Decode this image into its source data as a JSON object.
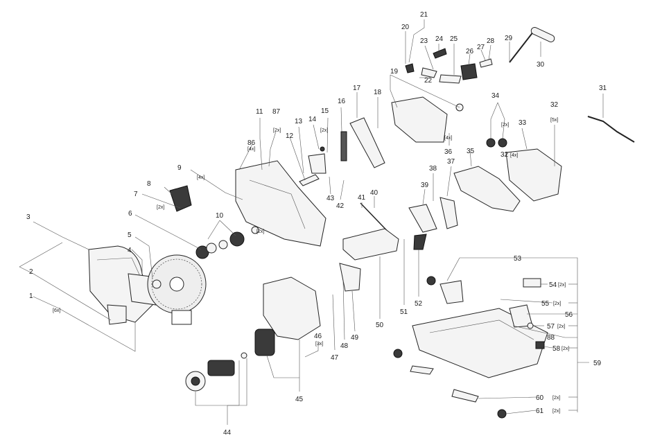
{
  "diagram": {
    "labels": [
      {
        "id": "1",
        "qty": "[6x]"
      },
      {
        "id": "2",
        "qty": ""
      },
      {
        "id": "3",
        "qty": ""
      },
      {
        "id": "4",
        "qty": ""
      },
      {
        "id": "5",
        "qty": ""
      },
      {
        "id": "6",
        "qty": ""
      },
      {
        "id": "7",
        "qty": "[2x]"
      },
      {
        "id": "8",
        "qty": ""
      },
      {
        "id": "9",
        "qty": "[4x]"
      },
      {
        "id": "10",
        "qty": "[2x]"
      },
      {
        "id": "11",
        "qty": ""
      },
      {
        "id": "12",
        "qty": ""
      },
      {
        "id": "13",
        "qty": ""
      },
      {
        "id": "14",
        "qty": ""
      },
      {
        "id": "15",
        "qty": "[2x]"
      },
      {
        "id": "16",
        "qty": ""
      },
      {
        "id": "17",
        "qty": ""
      },
      {
        "id": "18",
        "qty": ""
      },
      {
        "id": "19",
        "qty": ""
      },
      {
        "id": "20",
        "qty": ""
      },
      {
        "id": "21",
        "qty": ""
      },
      {
        "id": "22",
        "qty": ""
      },
      {
        "id": "23",
        "qty": ""
      },
      {
        "id": "24",
        "qty": ""
      },
      {
        "id": "25",
        "qty": ""
      },
      {
        "id": "26",
        "qty": ""
      },
      {
        "id": "27",
        "qty": ""
      },
      {
        "id": "28",
        "qty": ""
      },
      {
        "id": "29",
        "qty": ""
      },
      {
        "id": "30",
        "qty": ""
      },
      {
        "id": "31",
        "qty": ""
      },
      {
        "id": "32",
        "qty": "[5x]"
      },
      {
        "id": "32",
        "qty": "[4x]"
      },
      {
        "id": "33",
        "qty": ""
      },
      {
        "id": "34",
        "qty": "[2x]"
      },
      {
        "id": "35",
        "qty": ""
      },
      {
        "id": "36",
        "qty": "[4x]"
      },
      {
        "id": "37",
        "qty": ""
      },
      {
        "id": "38",
        "qty": ""
      },
      {
        "id": "39",
        "qty": ""
      },
      {
        "id": "40",
        "qty": ""
      },
      {
        "id": "41",
        "qty": ""
      },
      {
        "id": "42",
        "qty": ""
      },
      {
        "id": "43",
        "qty": ""
      },
      {
        "id": "44",
        "qty": ""
      },
      {
        "id": "45",
        "qty": ""
      },
      {
        "id": "46",
        "qty": "[3x]"
      },
      {
        "id": "47",
        "qty": ""
      },
      {
        "id": "48",
        "qty": ""
      },
      {
        "id": "49",
        "qty": ""
      },
      {
        "id": "50",
        "qty": ""
      },
      {
        "id": "51",
        "qty": ""
      },
      {
        "id": "52",
        "qty": ""
      },
      {
        "id": "53",
        "qty": ""
      },
      {
        "id": "54",
        "qty": "[2x]"
      },
      {
        "id": "55",
        "qty": "[2x]"
      },
      {
        "id": "56",
        "qty": ""
      },
      {
        "id": "57",
        "qty": "[2x]"
      },
      {
        "id": "58",
        "qty": "[2x]"
      },
      {
        "id": "59",
        "qty": ""
      },
      {
        "id": "60",
        "qty": "[2x]"
      },
      {
        "id": "61",
        "qty": "[2x]"
      },
      {
        "id": "86",
        "qty": "[4x]"
      },
      {
        "id": "87",
        "qty": "[2x]"
      },
      {
        "id": "88",
        "qty": ""
      }
    ]
  }
}
